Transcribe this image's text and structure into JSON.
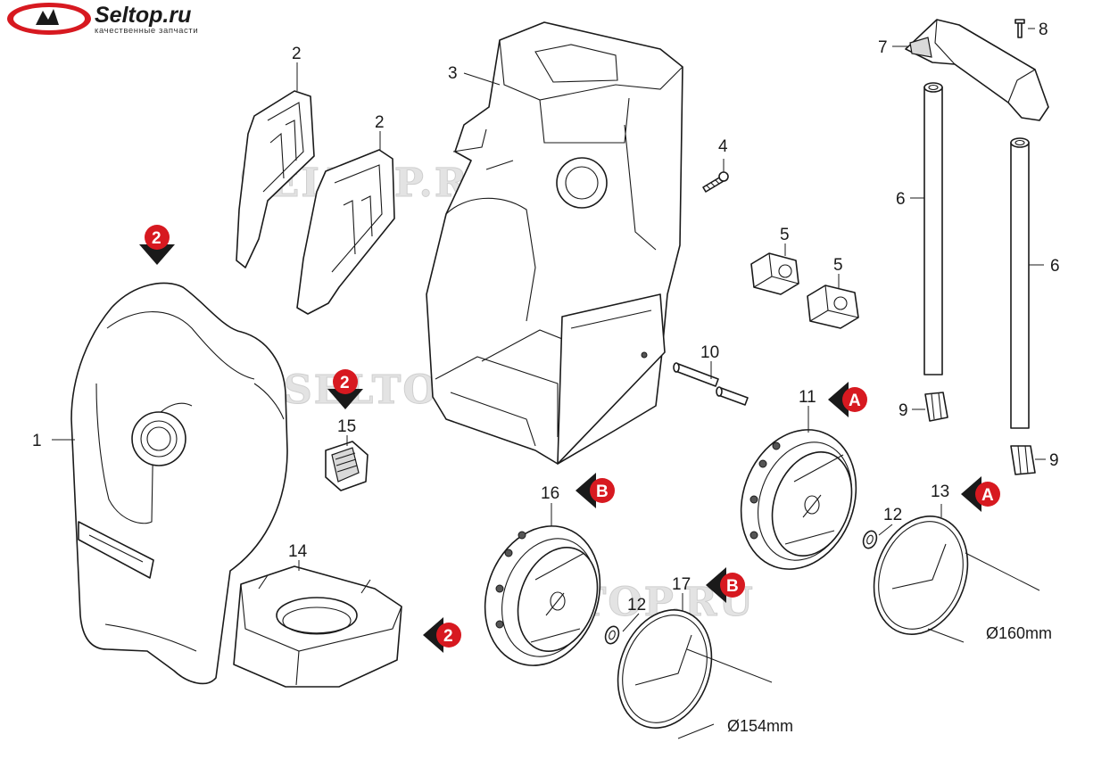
{
  "logo": {
    "title": "Seltop.ru",
    "subtitle": "качественные запчасти"
  },
  "watermark": "SELTOP.RU",
  "colors": {
    "tag": "#d71920",
    "tag_text": "#ffffff",
    "line": "#1a1a1a",
    "watermark": "#e3e3e3"
  },
  "part_numbers": {
    "p1": "1",
    "p2a": "2",
    "p2b": "2",
    "p3": "3",
    "p4": "4",
    "p5a": "5",
    "p5b": "5",
    "p6a": "6",
    "p6b": "6",
    "p7": "7",
    "p8": "8",
    "p9a": "9",
    "p9b": "9",
    "p10": "10",
    "p11": "11",
    "p12a": "12",
    "p12b": "12",
    "p13": "13",
    "p14": "14",
    "p15": "15",
    "p16": "16",
    "p17": "17"
  },
  "callout_tags": {
    "t1": "2",
    "t2": "2",
    "t3": "2",
    "tA1": "A",
    "tA2": "A",
    "tB1": "B",
    "tB2": "B"
  },
  "dimensions": {
    "small_wheel": "Ø154mm",
    "large_wheel": "Ø160mm"
  }
}
